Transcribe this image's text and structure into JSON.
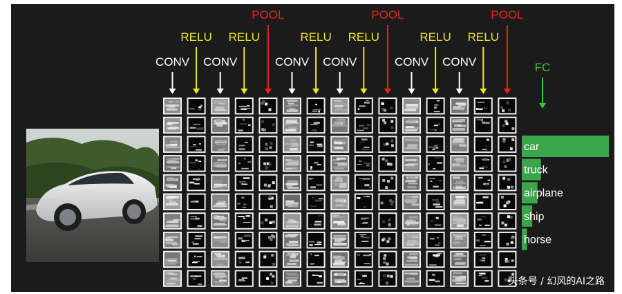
{
  "layers": [
    {
      "label": "CONV",
      "color": "#ffffff"
    },
    {
      "label": "RELU",
      "color": "#f2e51d"
    },
    {
      "label": "CONV",
      "color": "#ffffff"
    },
    {
      "label": "RELU",
      "color": "#f2e51d"
    },
    {
      "label": "POOL",
      "color": "#e8231f"
    },
    {
      "label": "CONV",
      "color": "#ffffff"
    },
    {
      "label": "RELU",
      "color": "#f2e51d"
    },
    {
      "label": "CONV",
      "color": "#ffffff"
    },
    {
      "label": "RELU",
      "color": "#f2e51d"
    },
    {
      "label": "POOL",
      "color": "#e8231f"
    },
    {
      "label": "CONV",
      "color": "#ffffff"
    },
    {
      "label": "RELU",
      "color": "#f2e51d"
    },
    {
      "label": "CONV",
      "color": "#ffffff"
    },
    {
      "label": "RELU",
      "color": "#f2e51d"
    },
    {
      "label": "POOL",
      "color": "#e8231f"
    }
  ],
  "fc": {
    "label": "FC",
    "color": "#37c837"
  },
  "classes": [
    {
      "label": "car",
      "score": 1.0
    },
    {
      "label": "truck",
      "score": 0.22
    },
    {
      "label": "airplane",
      "score": 0.18
    },
    {
      "label": "ship",
      "score": 0.12
    },
    {
      "label": "horse",
      "score": 0.06
    }
  ],
  "bar_color": "#3aa64b",
  "input_image": "car-photo",
  "watermark": "头条号 / 幻风的AI之路"
}
